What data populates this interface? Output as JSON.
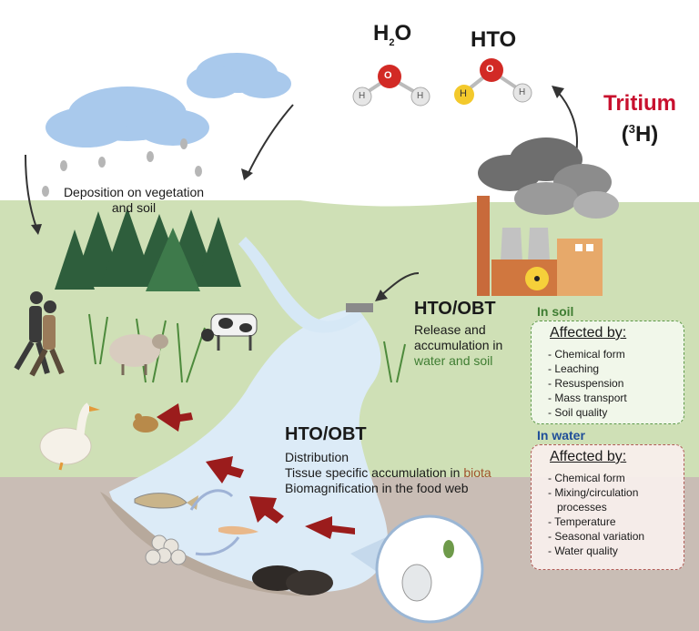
{
  "molecules": {
    "water_label": "H",
    "water_sub": "2",
    "water_label_end": "O",
    "hto_label": "HTO",
    "atom_o": "O",
    "atom_h": "H"
  },
  "tritium": {
    "name": "Tritium",
    "symbol_open": "(",
    "symbol_mass": "3",
    "symbol_end": "H)"
  },
  "deposition": {
    "line1": "Deposition on vegetation",
    "line2": "and soil"
  },
  "release": {
    "header": "HTO/OBT",
    "line1": "Release and",
    "line2": "accumulation in",
    "line3": "water and soil"
  },
  "distribution": {
    "header": "HTO/OBT",
    "line1": "Distribution",
    "line2_prefix": "Tissue specific accumulation in ",
    "line2_highlight": "biota",
    "line3": "Biomagnification in the food web"
  },
  "soil_panel": {
    "heading": "In soil",
    "title": "Affected by:",
    "items": [
      "Chemical form",
      "Leaching",
      "Resuspension",
      "Mass transport",
      "Soil quality"
    ]
  },
  "water_panel": {
    "heading": "In water",
    "title": "Affected by:",
    "items": [
      "Chemical form",
      "Mixing/circulation",
      "processes",
      "Temperature",
      "Seasonal variation",
      "Water quality"
    ]
  },
  "colors": {
    "accent_red": "#c8102e",
    "soil_green": "#3f7d32",
    "water_blue": "#1f4e99",
    "arrow_red": "#9b1c1c",
    "biota_brown": "#a0522d"
  }
}
